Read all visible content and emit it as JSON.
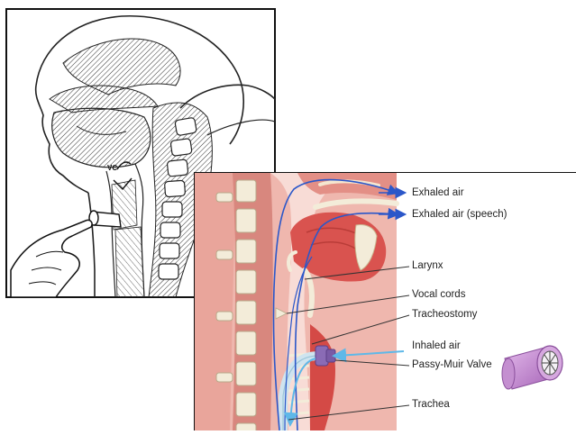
{
  "sketch": {
    "vc_label": "VC"
  },
  "anatomy": {
    "labels": {
      "exhaled_air": "Exhaled air",
      "exhaled_air_speech": "Exhaled air (speech)",
      "larynx": "Larynx",
      "vocal_cords": "Vocal cords",
      "tracheostomy": "Tracheostomy",
      "inhaled_air": "Inhaled air",
      "passy_muir_valve": "Passy-Muir Valve",
      "trachea": "Trachea"
    }
  },
  "colors": {
    "airflow_exhaled": "#2b57c9",
    "airflow_inhaled": "#5fb8e8",
    "tissue": "#e8a7a0",
    "valve": "#c88fd3"
  }
}
